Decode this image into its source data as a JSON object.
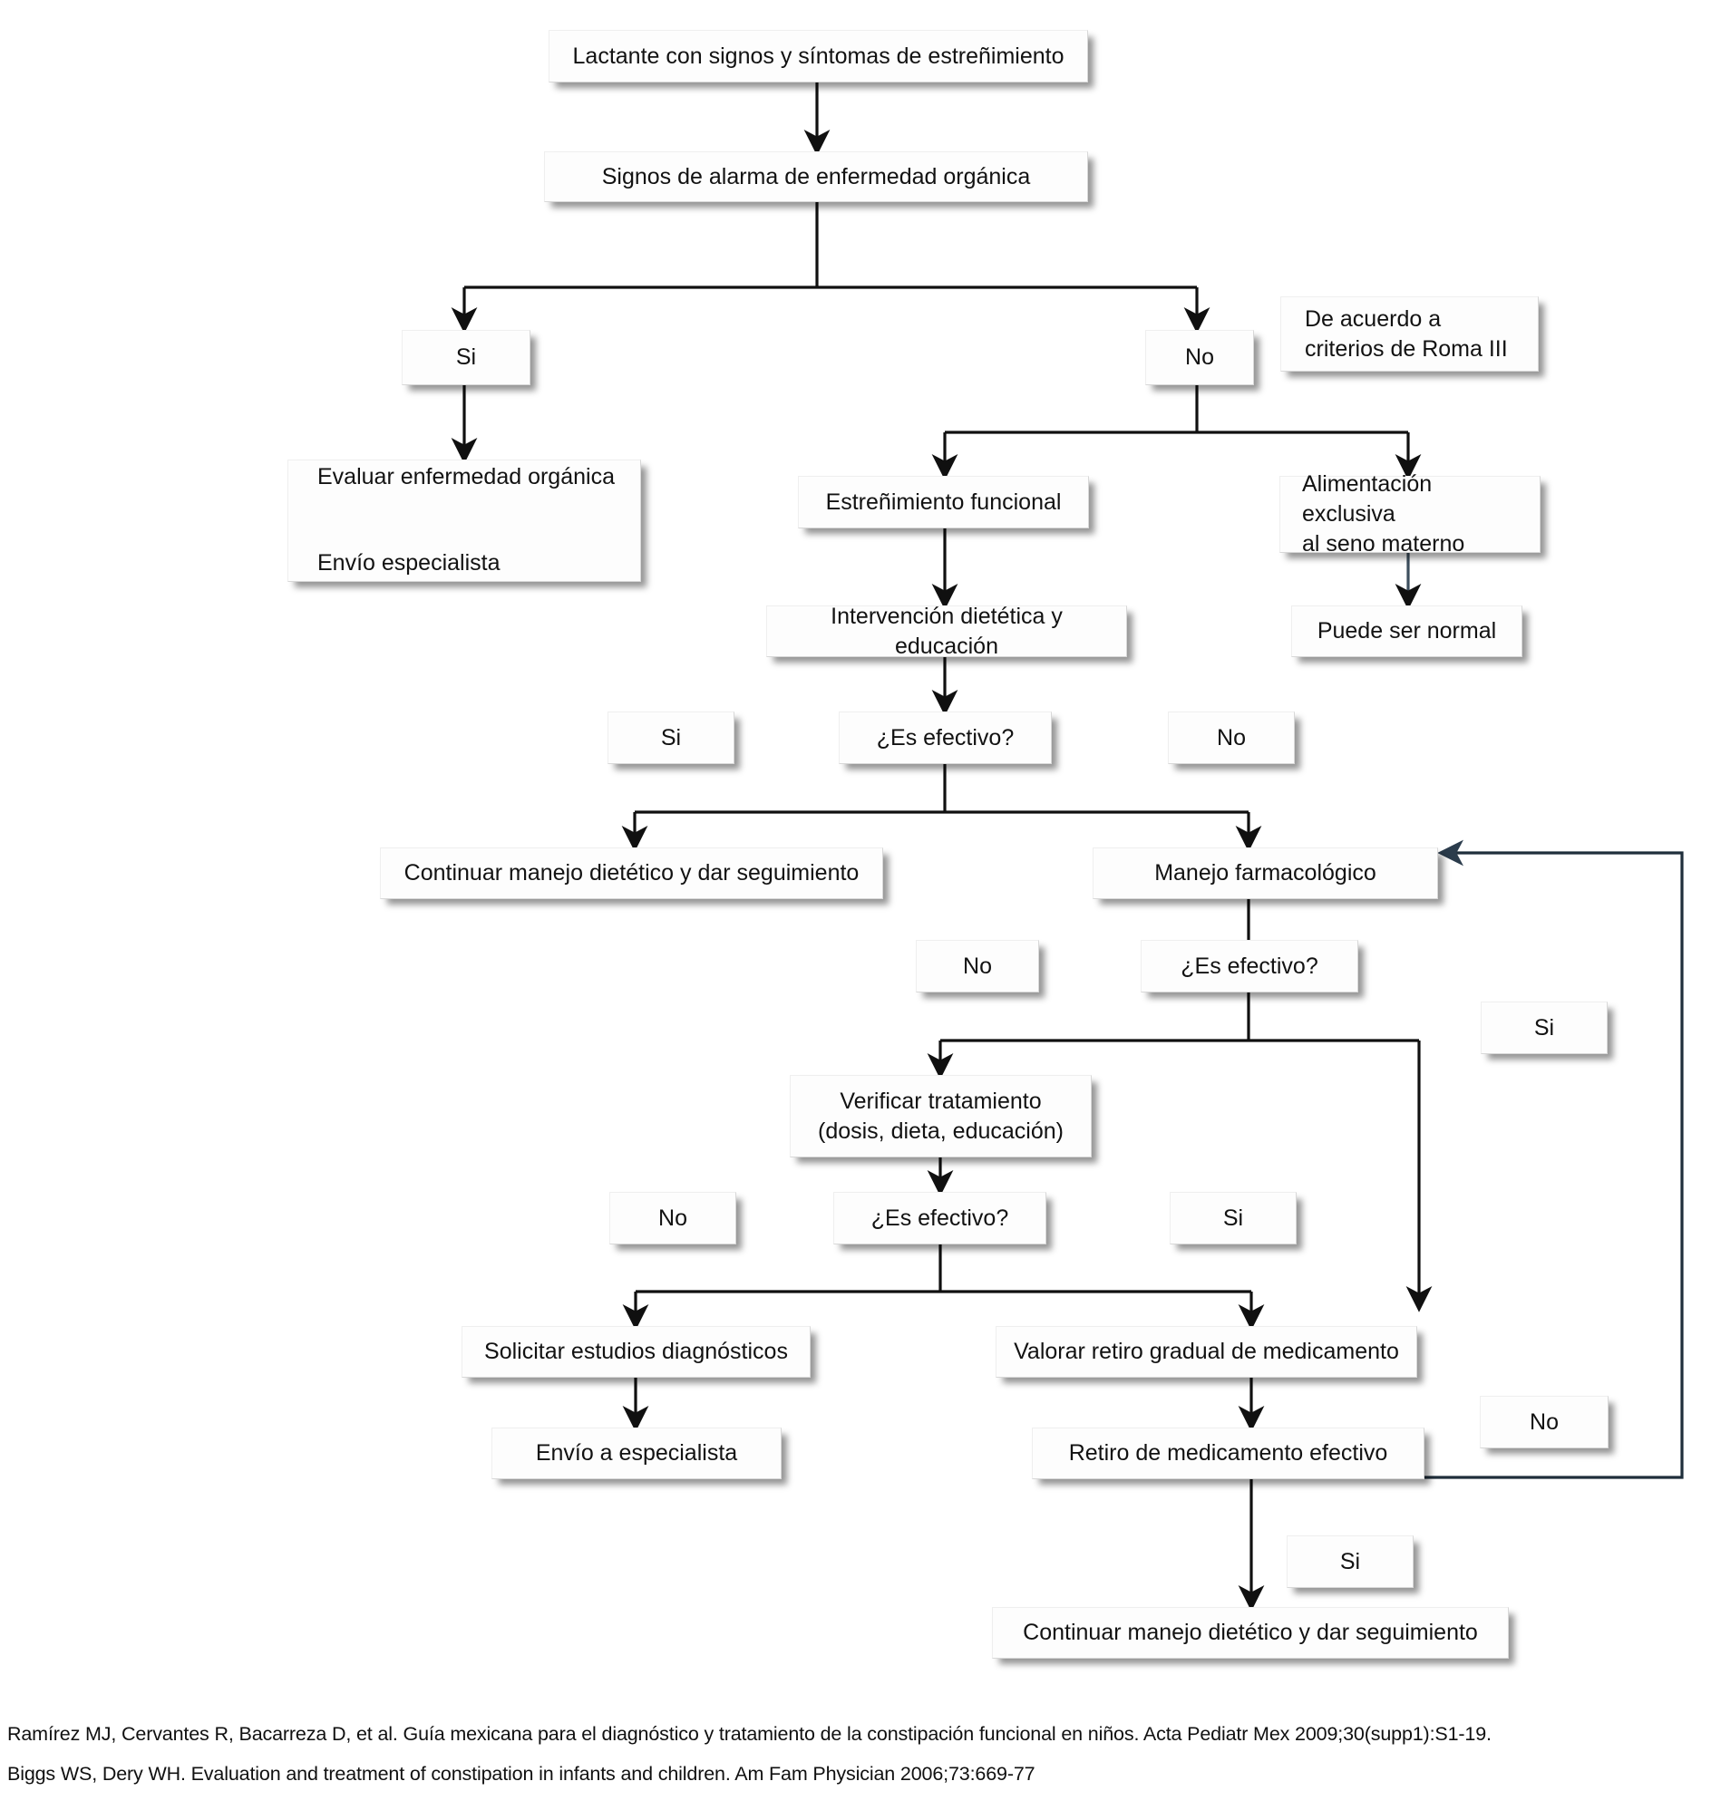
{
  "diagram": {
    "type": "flowchart",
    "title": "Algoritmo de manejo del estreñimiento en el lactante",
    "language": "es",
    "nodes": [
      {
        "id": "n1",
        "label": "Lactante con signos y síntomas de estreñimiento",
        "kind": "process"
      },
      {
        "id": "n2",
        "label": "Signos de alarma de enfermedad orgánica",
        "kind": "decision"
      },
      {
        "id": "n3",
        "label": "Si",
        "kind": "branch-label"
      },
      {
        "id": "n4",
        "label": "No",
        "kind": "branch-label"
      },
      {
        "id": "n5",
        "label": "De acuerdo a\ncriterios de Roma III",
        "kind": "note"
      },
      {
        "id": "n6",
        "label": "Evaluar enfermedad orgánica\n\nEnvío especialista",
        "kind": "process"
      },
      {
        "id": "n7",
        "label": "Estreñimiento funcional",
        "kind": "process"
      },
      {
        "id": "n8",
        "label": "Alimentación exclusiva\nal seno materno",
        "kind": "process"
      },
      {
        "id": "n9",
        "label": "Intervención dietética y educación",
        "kind": "process"
      },
      {
        "id": "n10",
        "label": "Puede ser normal",
        "kind": "process"
      },
      {
        "id": "n11",
        "label": "Si",
        "kind": "branch-label"
      },
      {
        "id": "n12",
        "label": "¿Es efectivo?",
        "kind": "decision"
      },
      {
        "id": "n13",
        "label": "No",
        "kind": "branch-label"
      },
      {
        "id": "n14",
        "label": "Continuar manejo dietético y dar seguimiento",
        "kind": "process"
      },
      {
        "id": "n15",
        "label": "Manejo farmacológico",
        "kind": "process"
      },
      {
        "id": "n16",
        "label": "No",
        "kind": "branch-label"
      },
      {
        "id": "n17",
        "label": "¿Es efectivo?",
        "kind": "decision"
      },
      {
        "id": "n18",
        "label": "Si",
        "kind": "branch-label"
      },
      {
        "id": "n19",
        "label": "Verificar tratamiento\n(dosis, dieta, educación)",
        "kind": "process"
      },
      {
        "id": "n20",
        "label": "No",
        "kind": "branch-label"
      },
      {
        "id": "n21",
        "label": "¿Es efectivo?",
        "kind": "decision"
      },
      {
        "id": "n22",
        "label": "Si",
        "kind": "branch-label"
      },
      {
        "id": "n23",
        "label": "Solicitar estudios diagnósticos",
        "kind": "process"
      },
      {
        "id": "n24",
        "label": "Valorar retiro gradual de medicamento",
        "kind": "process"
      },
      {
        "id": "n25",
        "label": "Envío a especialista",
        "kind": "process"
      },
      {
        "id": "n26",
        "label": "Retiro de medicamento efectivo",
        "kind": "decision"
      },
      {
        "id": "n27",
        "label": "No",
        "kind": "branch-label"
      },
      {
        "id": "n28",
        "label": "Si",
        "kind": "branch-label"
      },
      {
        "id": "n29",
        "label": "Continuar manejo dietético y dar seguimiento",
        "kind": "process"
      }
    ],
    "edges": [
      {
        "from": "n1",
        "to": "n2"
      },
      {
        "from": "n2",
        "to": "n3"
      },
      {
        "from": "n2",
        "to": "n4"
      },
      {
        "from": "n3",
        "to": "n6"
      },
      {
        "from": "n4",
        "to": "n7"
      },
      {
        "from": "n4",
        "to": "n8"
      },
      {
        "from": "n7",
        "to": "n9"
      },
      {
        "from": "n8",
        "to": "n10"
      },
      {
        "from": "n9",
        "to": "n12"
      },
      {
        "from": "n12",
        "to": "n14",
        "label": "Si"
      },
      {
        "from": "n12",
        "to": "n15",
        "label": "No"
      },
      {
        "from": "n15",
        "to": "n17"
      },
      {
        "from": "n17",
        "to": "n19",
        "label": "No"
      },
      {
        "from": "n17",
        "to": "n24",
        "label": "Si"
      },
      {
        "from": "n19",
        "to": "n21"
      },
      {
        "from": "n21",
        "to": "n23",
        "label": "No"
      },
      {
        "from": "n21",
        "to": "n24",
        "label": "Si"
      },
      {
        "from": "n23",
        "to": "n25"
      },
      {
        "from": "n24",
        "to": "n26"
      },
      {
        "from": "n26",
        "to": "n15",
        "label": "No"
      },
      {
        "from": "n26",
        "to": "n29",
        "label": "Si"
      }
    ]
  },
  "footnotes": [
    "Ramírez MJ, Cervantes R, Bacarreza D, et al. Guía mexicana para el diagnóstico y tratamiento de la constipación funcional en niños. Acta Pediatr Mex 2009;30(supp1):S1-19.",
    "Biggs WS, Dery WH. Evaluation and treatment of constipation in infants and children. Am Fam Physician 2006;73:669-77"
  ],
  "colors": {
    "background": "#ffffff",
    "node_fill": "#fdfdfd",
    "node_border": "#d8d8d8",
    "connector": "#101010",
    "text": "#121212",
    "shadow": "rgba(0,0,0,0.42)"
  }
}
